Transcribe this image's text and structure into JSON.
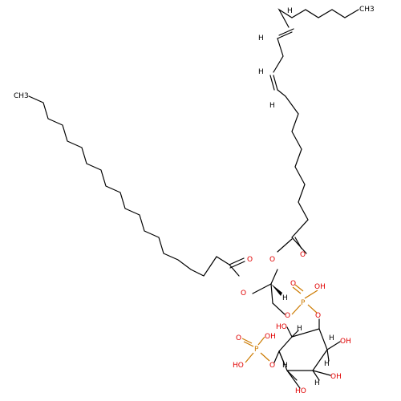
{
  "colors": {
    "carbon": "#000000",
    "oxygen": "#e00000",
    "phosphorus": "#cc7a00"
  },
  "labels": {
    "ch3_top": "CH3",
    "ch3_left": "CH3",
    "h_db1a": "H",
    "h_db1b": "H",
    "h_db2a": "H",
    "h_db2b": "H",
    "o_ester1_carbonyl": "O",
    "o_ester1_link": "O",
    "o_ester2_link": "O",
    "o_ester2_carbonyl": "O",
    "h_center": "H",
    "o_glycerol_p": "O",
    "p1": "P",
    "p1_o_double": "O",
    "p1_oh": "OH",
    "p1_o_ring": "O",
    "ring_oh_1": "HO",
    "ring_h_1": "H",
    "ring_h_2": "H",
    "ring_oh_2": "OH",
    "ring_h_3": "H",
    "ring_oh_3": "OH",
    "ring_h_4": "H",
    "ring_oh_4": "HO",
    "ring_h_5": "H",
    "ring_o_p2": "O",
    "p2": "P",
    "p2_o_double": "O",
    "p2_oh_a": "OH",
    "p2_oh_b": "HO"
  }
}
